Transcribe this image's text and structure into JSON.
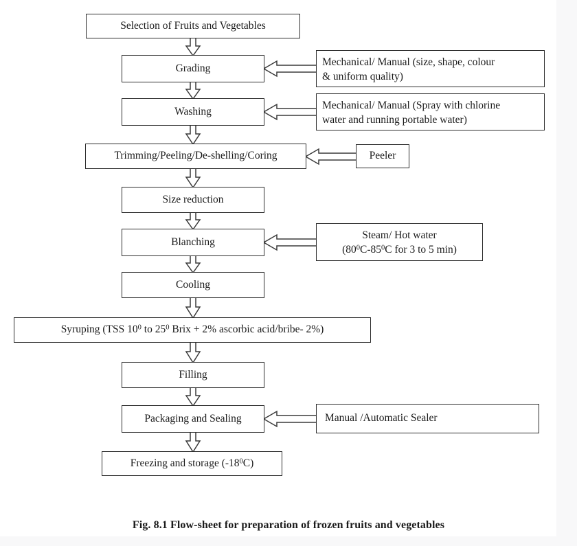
{
  "figure": {
    "caption": "Fig. 8.1 Flow-sheet for preparation of frozen fruits and vegetables"
  },
  "chart_data": {
    "type": "diagram",
    "title": "Fig. 8.1 Flow-sheet for preparation of frozen fruits and vegetables",
    "orientation": "top-to-bottom",
    "process_steps": [
      "Selection of Fruits and Vegetables",
      "Grading",
      "Washing",
      "Trimming/Peeling/De-shelling/Coring",
      "Size reduction",
      "Blanching",
      "Cooling",
      "Syruping (TSS 10⁰ to 25⁰ Brix + 2% ascorbic acid/bribe- 2%)",
      "Filling",
      "Packaging and Sealing",
      "Freezing and storage (-18⁰C)"
    ],
    "annotations": [
      {
        "attached_to": "Grading",
        "text": "Mechanical/ Manual (size, shape, colour & uniform quality)"
      },
      {
        "attached_to": "Washing",
        "text": "Mechanical/ Manual (Spray with chlorine water and running portable water)"
      },
      {
        "attached_to": "Trimming/Peeling/De-shelling/Coring",
        "text": "Peeler"
      },
      {
        "attached_to": "Blanching",
        "text": "Steam/ Hot water (80⁰C-85⁰C for 3 to 5 min)"
      },
      {
        "attached_to": "Packaging and Sealing",
        "text": "Manual /Automatic Sealer"
      }
    ]
  },
  "steps": {
    "selection": "Selection of Fruits and Vegetables",
    "grading": "Grading",
    "washing": "Washing",
    "trimming": "Trimming/Peeling/De-shelling/Coring",
    "size_reduction": "Size reduction",
    "blanching": "Blanching",
    "cooling": "Cooling",
    "syruping_pre": "Syruping (TSS 10",
    "syruping_sup1": "0",
    "syruping_mid": " to 25",
    "syruping_sup2": "0",
    "syruping_post": " Brix + 2% ascorbic acid/bribe- 2%)",
    "filling": "Filling",
    "packaging": "Packaging and Sealing",
    "freezing_pre": "Freezing and storage (-18",
    "freezing_sup": "0",
    "freezing_post": "C)"
  },
  "annotations": {
    "grading_line1": "Mechanical/ Manual (size, shape, colour",
    "grading_line2": "& uniform quality)",
    "washing_line1": "Mechanical/ Manual (Spray with chlorine",
    "washing_line2": "water and running portable water)",
    "peeler": "Peeler",
    "blanching_line1": "Steam/ Hot water",
    "blanching_pre": "(80",
    "blanching_sup1": "0",
    "blanching_mid": "C-85",
    "blanching_sup2": "0",
    "blanching_post": "C for 3 to 5 min)",
    "sealer": "Manual /Automatic Sealer"
  },
  "colors": {
    "border": "#2b2b2b",
    "text": "#1a1a1a",
    "background": "#ffffff",
    "page_edge": "#f8f8f9"
  }
}
